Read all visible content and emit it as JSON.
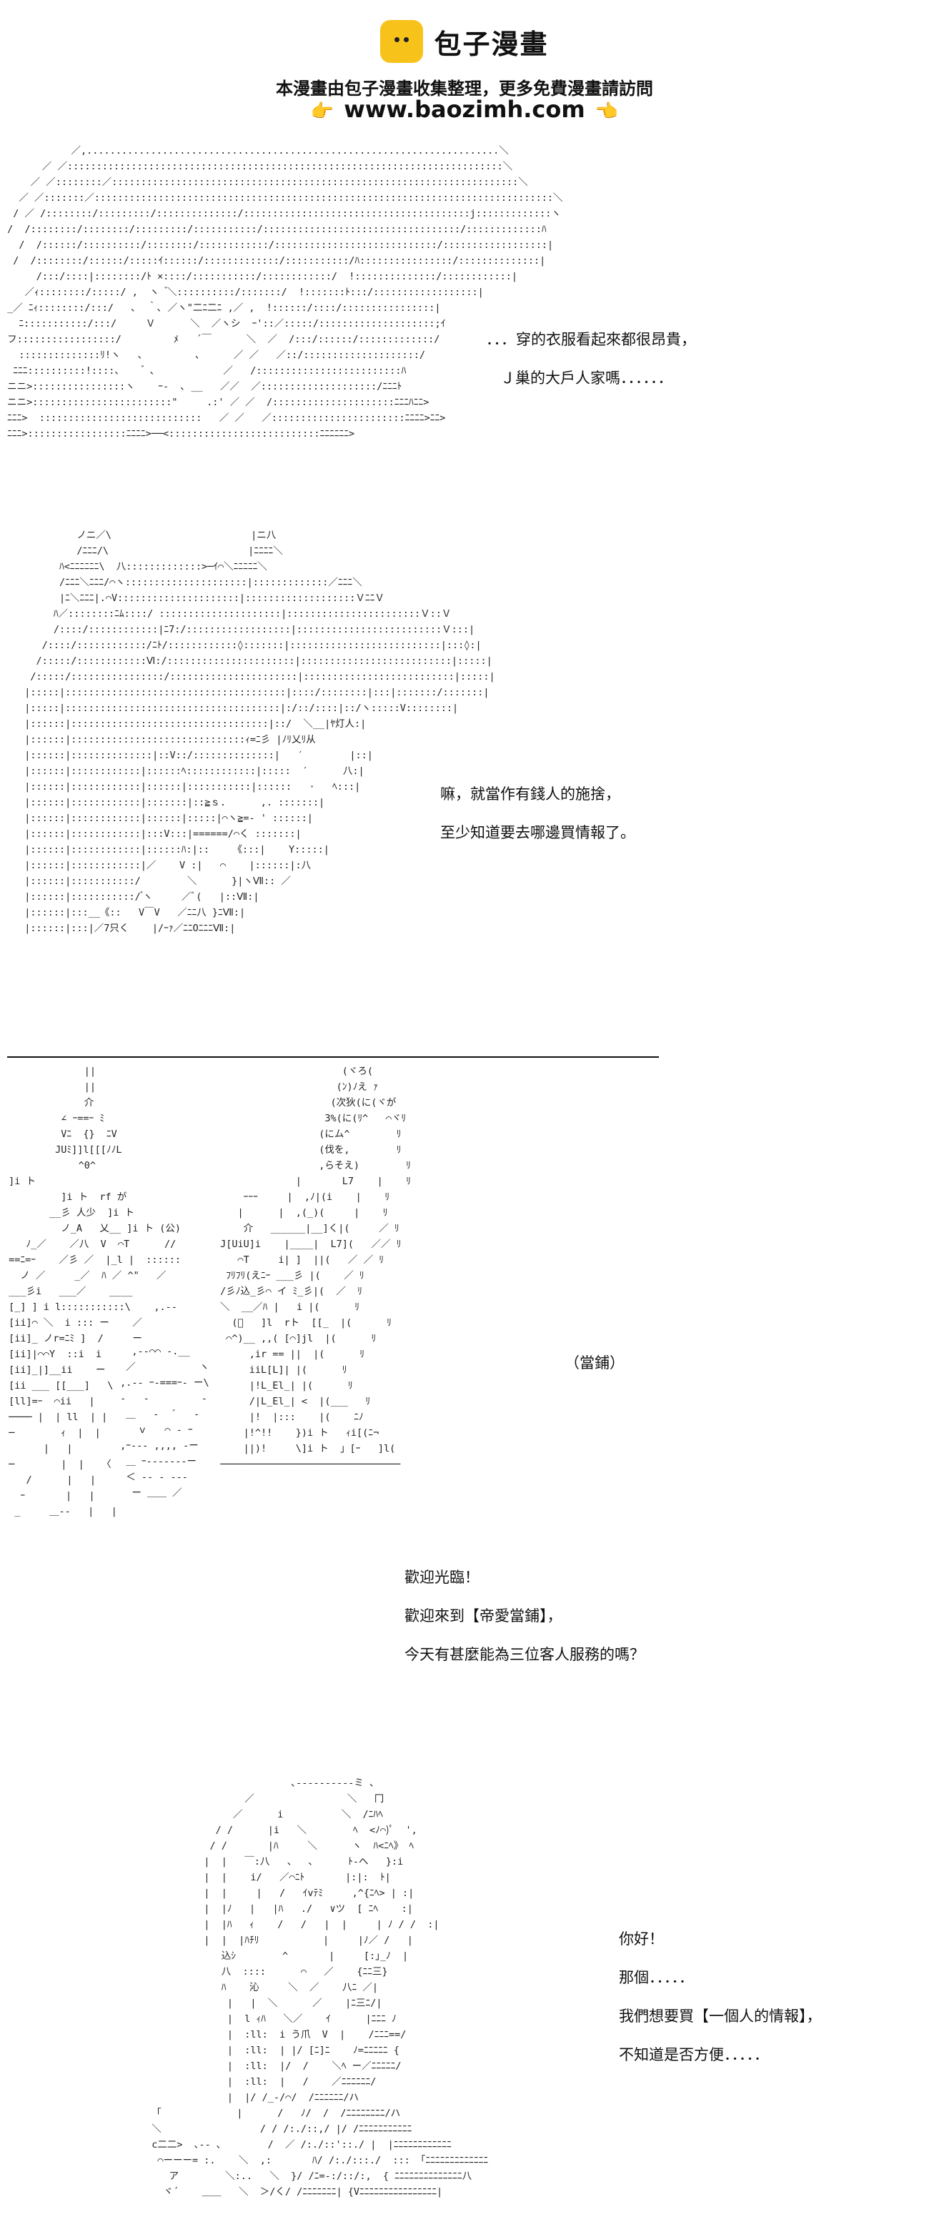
{
  "header": {
    "logo_text": "包子漫畫",
    "notice": "本漫畫由包子漫畫收集整理，更多免費漫畫請訪問",
    "site_url": "www.baozimh.com",
    "left_hand": "👉",
    "right_hand": "👈"
  },
  "panels": [
    {
      "lines": [
        "．．．穿的衣服看起來都很昂貴，",
        "Ｊ巢的大戶人家嗎．．．．．．"
      ]
    },
    {
      "lines": [
        "嘛，就當作有錢人的施捨，",
        "至少知道要去哪邊買情報了。"
      ]
    },
    {
      "lines": [
        "（當鋪）"
      ]
    },
    {
      "lines": [
        "歡迎光臨！",
        "歡迎來到【帝愛當鋪】，",
        "今天有甚麼能為三位客人服務的嗎？"
      ]
    },
    {
      "lines": [
        "你好！",
        "那個．．．．．",
        "我們想要買【一個人的情報】，",
        "不知道是否方便．．．．．"
      ]
    }
  ],
  "art": {
    "a1": "            ／,.......................................................................＼\n       ／ ／:::::::::::::::::::::::::::::::::::::::::::::::::::::::::::::::::::::::::::＼\n     ／ ／::::::::／::::::::::::::::::::::::::::::::::::::::::::::::::::::::::::::::::::::＼\n   ／ ／:::::::／:::::::::::::::::::::::::::::::::::::::::::::::::::::::::::::::::::::::::::::::＼\n  / ／ /::::::::/:::::::::/::::::::::::::/:::::::::::::::::::::::::::::::::::::::j:::::::::::::ヽ\n /  /::::::::/::::::::/:::::::::/:::::::::::/::::::::::::::::::::::::::::::::::/:::::::::::::ﾊ\n   /  /::::::/::::::::::/::::::::/::::::::::::/::::::::::::::::::::::::::::/::::::::::::::::::|\n  /  /::::::::/::::::/:::::ｲ::::::/:::::::::::::/:::::::::::/ﾊ::::::::::::::::/::::::::::::::|\n      /:::/::::|::::::::/ﾄ ×::::/:::::::::::/::::::::::::/  !::::::::::::::/::::::::::::|\n    ／ｨ::::::::/:::::/ ,  ヽ  ゙＼::::::::::/:::::::/  !:::::::ﾄ:::/::::::::::::::::::|\n _／ ﾆｨ::::::::/:::/   ､  ｀､ ／ヽ\"二ﾆ二ﾆ ,／ ,  !::::::/::::/::::::::::::::::|\n   ﾆ:::::::::::/:::/     Ｖ      ＼  ／ヽシ  ｰ'::／:::::/::::::::::::::::::::;ｲ\n フ:::::::::::::::::/         ﾒ   ´￣      ＼  ／  /:::/::::::/:::::::::::::/\n   ::::::::::::::ﾘ!ヽ   ､         、     ／ ／   ／::/::::::::::::::::::::/\n  ﾆﾆﾆ::::::::::!::::、    ゙ 、           ／   /:::::::::::::::::::::::::ﾊ\n ニニ>::::::::::::::::ヽ    ｰ‐  ､ __   ／／  ／::::::::::::::::::::/ﾆﾆﾆﾄ\n ニニ>::::::::::::::::::::::::\"     .:' ／ ／  /:::::::::::::::::::::ﾆﾆﾆﾊﾆﾆ>\n ﾆﾆﾆ>  ::::::::::::::::::::::::::::   ／ ／   ／:::::::::::::::::::::::ﾆﾆﾆﾆ>ﾆﾆ>\n ﾆﾆﾆ>:::::::::::::::::ﾆﾆﾆﾆ>──<::::::::::::::::::::::::::ﾆﾆﾆﾆﾆﾆ>",
    "a2": "           ノニ／\\                        |ニ八\n           /ﾆﾆﾆ/\\                        |ﾆﾆﾆﾆ＼\n        ﾊ<ﾆﾆﾆﾆﾆﾆ\\  八:::::::::::::>─ｲ⌒＼ﾆﾆﾆﾆﾆ＼\n        /ﾆﾆﾆ＼ﾆﾆﾆ/⌒ヽ:::::::::::::::::::::|:::::::::::::／ﾆﾆﾆ＼\n        |ﾆ＼ﾆﾆﾆ|.⌒V:::::::::::::::::::::|:::::::::::::::::::ＶﾆﾆＶ\n       ﾊ／::::::::ﾆﾑ::::/ :::::::::::::::::::::|:::::::::::::::::::::::Ｖ::Ｖ\n       /::::/::::::::::::|ﾆ7:/::::::::::::::::::|:::::::::::::::::::::::::Ｖ:::|\n     /::::/::::::::::::/ﾆﾄ/::::::::::::◊:::::::|::::::::::::::::::::::::::|:::◊:|\n    /:::::/::::::::::::Ⅵ:/::::::::::::::::::::::|::::::::::::::::::::::::::|:::::|\n   /:::::/::::::::::::::::/::::::::::::::::::::::|::::::::::::::::::::::::::|:::::|\n  |:::::|::::::::::::::::::::::::::::::::::::::|::::/::::::::|:::|:::::::/:::::::|\n  |:::::|:::::::::::::::::::::::::::::::::::::|:/::/::::|::/ヽ:::::V::::::::|\n  |::::::|::::::::::::::::::::::::::::::::::|::/  ＼__|ﾔ灯人:|\n  |::::::|::::::::::::::::::::::::::::::ｨ=ﾆ彡 |ﾉﾘ乂ﾘ从\n  |::::::|::::::::::::::|::V::/::::::::::::::|   ′        |::|\n  |::::::|::::::::::::|::::::ﾍ::::::::::::|:::::  ′      八:|\n  |::::::|::::::::::::|::::::|:::::::::::|::::::   ·   ﾍ:::|\n  |::::::|::::::::::::|:::::::|::≧ｓ.      ,. :::::::|\n  |::::::|::::::::::::|::::::|:::::|⌒ヽ≧=‐ ' ::::::|\n  |::::::|::::::::::::|:::V:::|======/⌒く :::::::|\n  |::::::|::::::::::::|::::::ﾊ:|::    《:::|    Y:::::|\n  |::::::|::::::::::::|／    V :|   ⌒    |::::::|:八\n  |::::::|:::::::::::/        ＼      }|ヽⅦ:: ／\n  |::::::|:::::::::::/ ゙ヽ     ／ﾞ(   |::Ⅶ:|\n  |::::::|:::__《::   V￣V   ／ﾆﾆ八 }ﾆⅦ:|\n  |::::::|:::|／7只く    |/ｰｧ／ﾆﾆOﾆﾆﾆⅦ:|",
    "a3a": "              ||\n              ||\n              介\n          ∠ ｰ==ｰ ﾐ\n          Vﾆ  {}  ﾆV\n         JUﾐ]]l[[[ﾉﾉL\n             ^0^\n ]i ト\n          ]i ト  rf が\n        __彡 人少  ]i ト\n          ノ_A   乂__ ]i ト (公)\n    ﾉ_／    ／八  V  ⌒T      //\n ==ﾆ=ｰ    ／彡 ／  |_l |  ::::::\n   ノ ／     _／  ﾊ ／ ^\"   ／\n ___彡i   ___／    ____\n [_] ] i l:::::::::::\\    ,.--\n [ii]⌒ ＼  i ::: ー    ／\n [ii]_ ノr=ﾆﾐ ]  /     ー\n [ii]|⌒⌒Y  ::i  i\n [ii]_|]__ii    ー\n [ii ___ [[___]   \\\n [ll]=ｰ  ⌒ii   |\n ──── |  | ll  | |\n ─        ｨ  |  |\n       |   |\n ─        |  |   〈\n    /      |   |\n   ｰ       |   |\n  _     ＿--   |   |",
    "a3b": "                      (ヾろ(\n                     (ﾝ)ﾉえ ｧ\n                    (次狄(に(ヾが\n                   3%(に(ﾘ^   ⌒ヾﾘ\n                  (にム^        ﾘ\n                  (伐を,        ﾘ\n                  ,らそえ)        ﾘ\n              |       L7    |    ﾘ\n     ｰｰｰ     |  ,ﾉ|(i    |    ﾘ\n    |      |  ,(_)(     |    ﾘ\n     介   ______|__]く|(     ／ ﾘ\n J[UiU]i    |____|  L7](   ／／ ﾘ\n    ⌒T     i| ]  ||(   ／ ／ ﾘ\n  ﾌﾘﾌﾘ(えﾆｰ ___彡 |(    ／ ﾘ\n /彡ﾉ込_彡⌒ イ ﾐ_彡|(  ／  ﾘ\n ＼  __／ﾊ |   i |(      ﾘ\n   (ﾞ   ]l  rト  [[_  |(      ﾘ\n  ⌒^)__ ,,( [⌒]jl  |(      ﾘ\n      ,ir == ||  |(      ﾘ\n      iiL[L]| |(      ﾘ\n      |!L_El_| |(      ﾘ\n      /|L_El_| <  |(___   ﾘ\n      |!  |:::    |(    ﾆﾉ\n     |!^!!    })i ト   ｨi[(ﾆ¬\n     ||)!     \\]i ト  」[ｰ   ]l(\n ───────────────────────────────",
    "a3c": "   ,-‐⌒⌒ ‐.__\n  ／           ヽ\n ,.-‐ ｰ‐===ｰ‐ ー\\\n ‐   ‐         ‐\n  ＿   ‐  ´   ‐\n    ｖ   ⌒ ‐ ｰ\n ,ｰ‐‐‐ ,,,, ‐ー\n  ＿ ｰ‐‐‐‐‐‐‐ー\n  ＜ ‐‐ ‐ ‐‐‐\n   ー ＿＿ ／\n\n\n\n\n\n\n\n\n\n\n\n\n",
    "a4": "                          ､-‐‐‐‐‐‐‐--ミ 、\n                  ／                ＼   冂\n                ／      i          ＼  /ﾆﾊﾍ\n             / /      |i   ＼        ﾍ  <ﾉ⌒)ﾟ  ',\n            / /       |ﾊ     ＼      ヽ  ﾊ<ﾆﾍ》 ﾍ\n           |  |   ￣:八   、  ､      ﾄ-へ   }:i\n           |  |    i/   ／⌒ﾆﾄ       |:|:  ﾄ|\n           |  |     |   /   ｲvﾃﾐ     ,^{ﾆﾍ> | :|\n           |  |ﾉ   |   |ﾊ   ./   ∨ツ  [ ﾆﾍ    :|\n           |  |ﾊ   ｨ    /   /   |  |     | ﾉ / /  :|\n           |  |  |ﾊﾁﾘ           |     |ﾉ／ /   |\n              込ｼ        ^       |     [:｣_ﾉ  |\n              八  ::::      ⌒   ／    {ﾆﾆ三}\n              ﾊ    沁     ＼  ／    八ﾆ ／|\n               |   |  ＼      ／    |ﾆ三ﾆ/|\n               |  l ｨﾊ   ＼／    ｲ      |ﾆﾆﾆ ﾉ\n               |  :ll:  i う爪  V  |    /ﾆﾆﾆ==/\n               |  :ll:  | |/ [ﾆ]ﾆ    ﾉ=ﾆﾆﾆﾆﾆ {\n               |  :ll:  |/  /    ＼ﾍ ー／ﾆﾆﾆﾆﾆ/\n               |  :ll:  |   /    ／ﾆﾆﾆﾆﾆﾆ/\n               |  |/ /_-/⌒/  /ﾆﾆﾆﾆﾆﾆ/ハ\n  「             |      /   ﾉ/  /  /ﾆﾆﾆﾆﾆﾆﾆﾆ/ハ\n  ＼                 / / /:./::,/ |/ /ﾆﾆﾆﾆﾆﾆﾆﾆﾆﾆﾆ\n  c二二>  ､‐‐ ､        /  ／ /:./::'::./ |  |ﾆﾆﾆﾆﾆﾆﾆﾆﾆﾆﾆﾆ\n   ⌒ーーー= :.    ＼  ,:       ﾊ/ /:./:::./  ::: 「ﾆﾆﾆﾆﾆﾆﾆﾆﾆﾆﾆﾆﾆ\n     ア        ＼:..   ＼  }/ /ﾆ=-:/::/:,  { ﾆﾆﾆﾆﾆﾆﾆﾆﾆﾆﾆﾆﾆﾆ八\n    ヾ´    ＿＿   ＼  ＞/く/ /ﾆﾆﾆﾆﾆﾆﾆ| {Vﾆﾆﾆﾆﾆﾆﾆﾆﾆﾆﾆﾆﾆﾆﾆﾆ|"
  }
}
